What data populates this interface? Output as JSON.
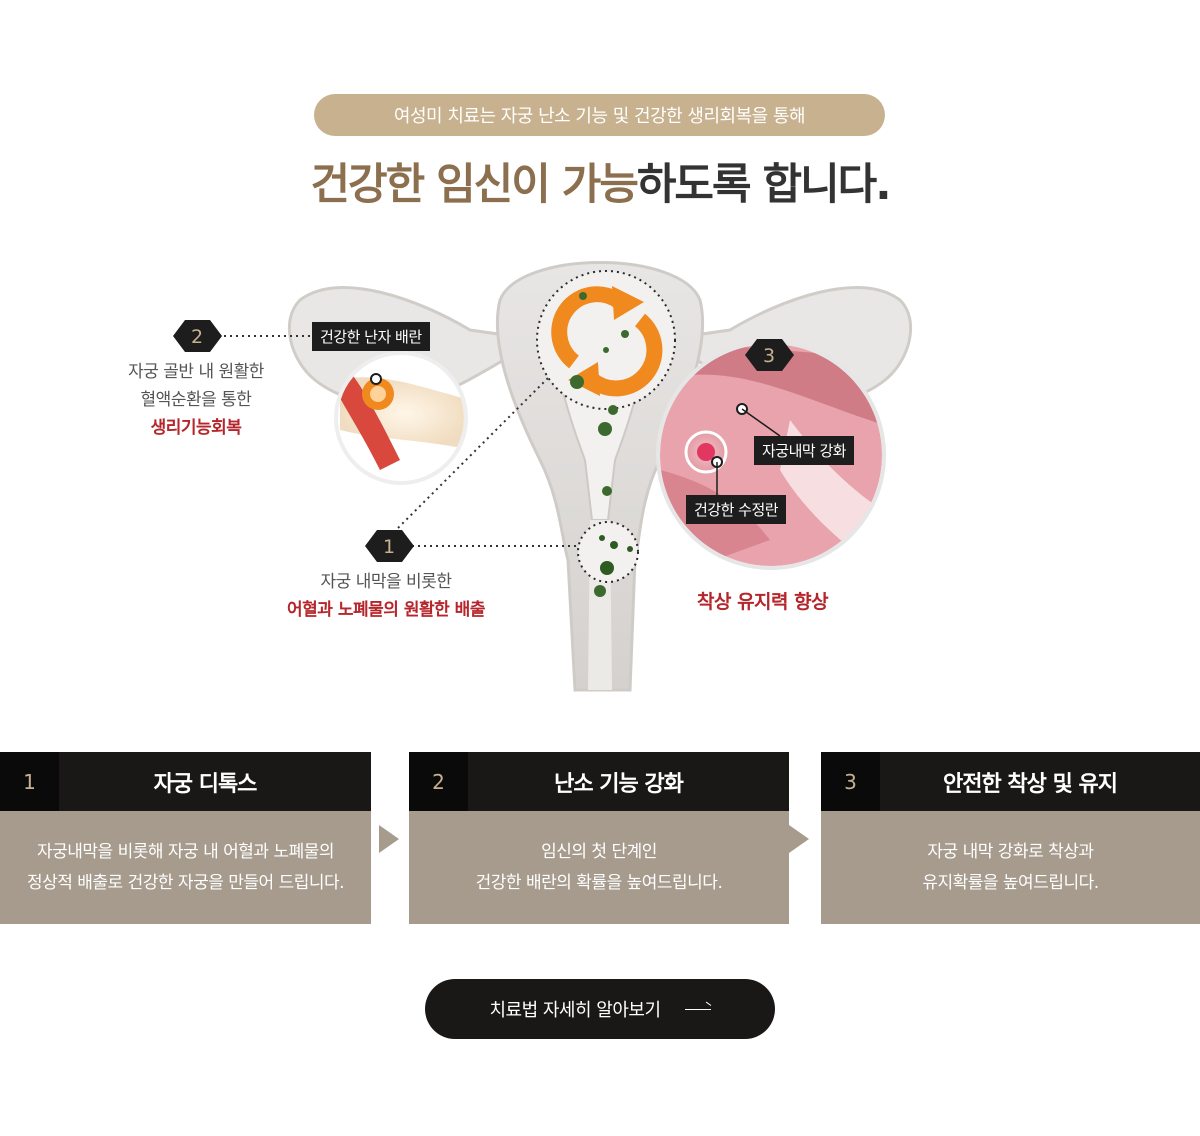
{
  "header": {
    "pill_text": "여성미 치료는 자궁 난소 기능 및 건강한 생리회복을 통해",
    "headline_accent": "건강한 임신이 가능",
    "headline_rest": "하도록 합니다."
  },
  "illustration": {
    "callout_1": {
      "number": "1",
      "line1": "자궁 내막을 비롯한",
      "line2": "어혈과 노폐물의 원활한 배출"
    },
    "callout_2": {
      "number": "2",
      "label": "건강한 난자 배란",
      "line1": "자궁 골반 내 원활한",
      "line2": "혈액순환을 통한",
      "line3": "생리기능회복"
    },
    "callout_3": {
      "number": "3",
      "label_a": "자궁내막 강화",
      "label_b": "건강한 수정란",
      "caption": "착상 유지력 향상"
    }
  },
  "cards": [
    {
      "number": "1",
      "title": "자궁 디톡스",
      "line1": "자궁내막을 비롯해 자궁 내 어혈과 노폐물의",
      "line2": "정상적 배출로 건강한 자궁을 만들어 드립니다."
    },
    {
      "number": "2",
      "title": "난소 기능 강화",
      "line1": "임신의 첫 단계인",
      "line2": "건강한 배란의 확률을 높여드립니다."
    },
    {
      "number": "3",
      "title": "안전한 착상 및 유지",
      "line1": "자궁 내막 강화로 착상과",
      "line2": "유지확률을 높여드립니다."
    }
  ],
  "cta": {
    "label": "치료법 자세히 알아보기"
  },
  "colors": {
    "accent_gold": "#c8b18f",
    "accent_brown": "#8c6f4e",
    "accent_red": "#b5262c",
    "card_body": "#a69b8d",
    "dark": "#1a1717",
    "cycle_orange": "#f08a1e"
  }
}
